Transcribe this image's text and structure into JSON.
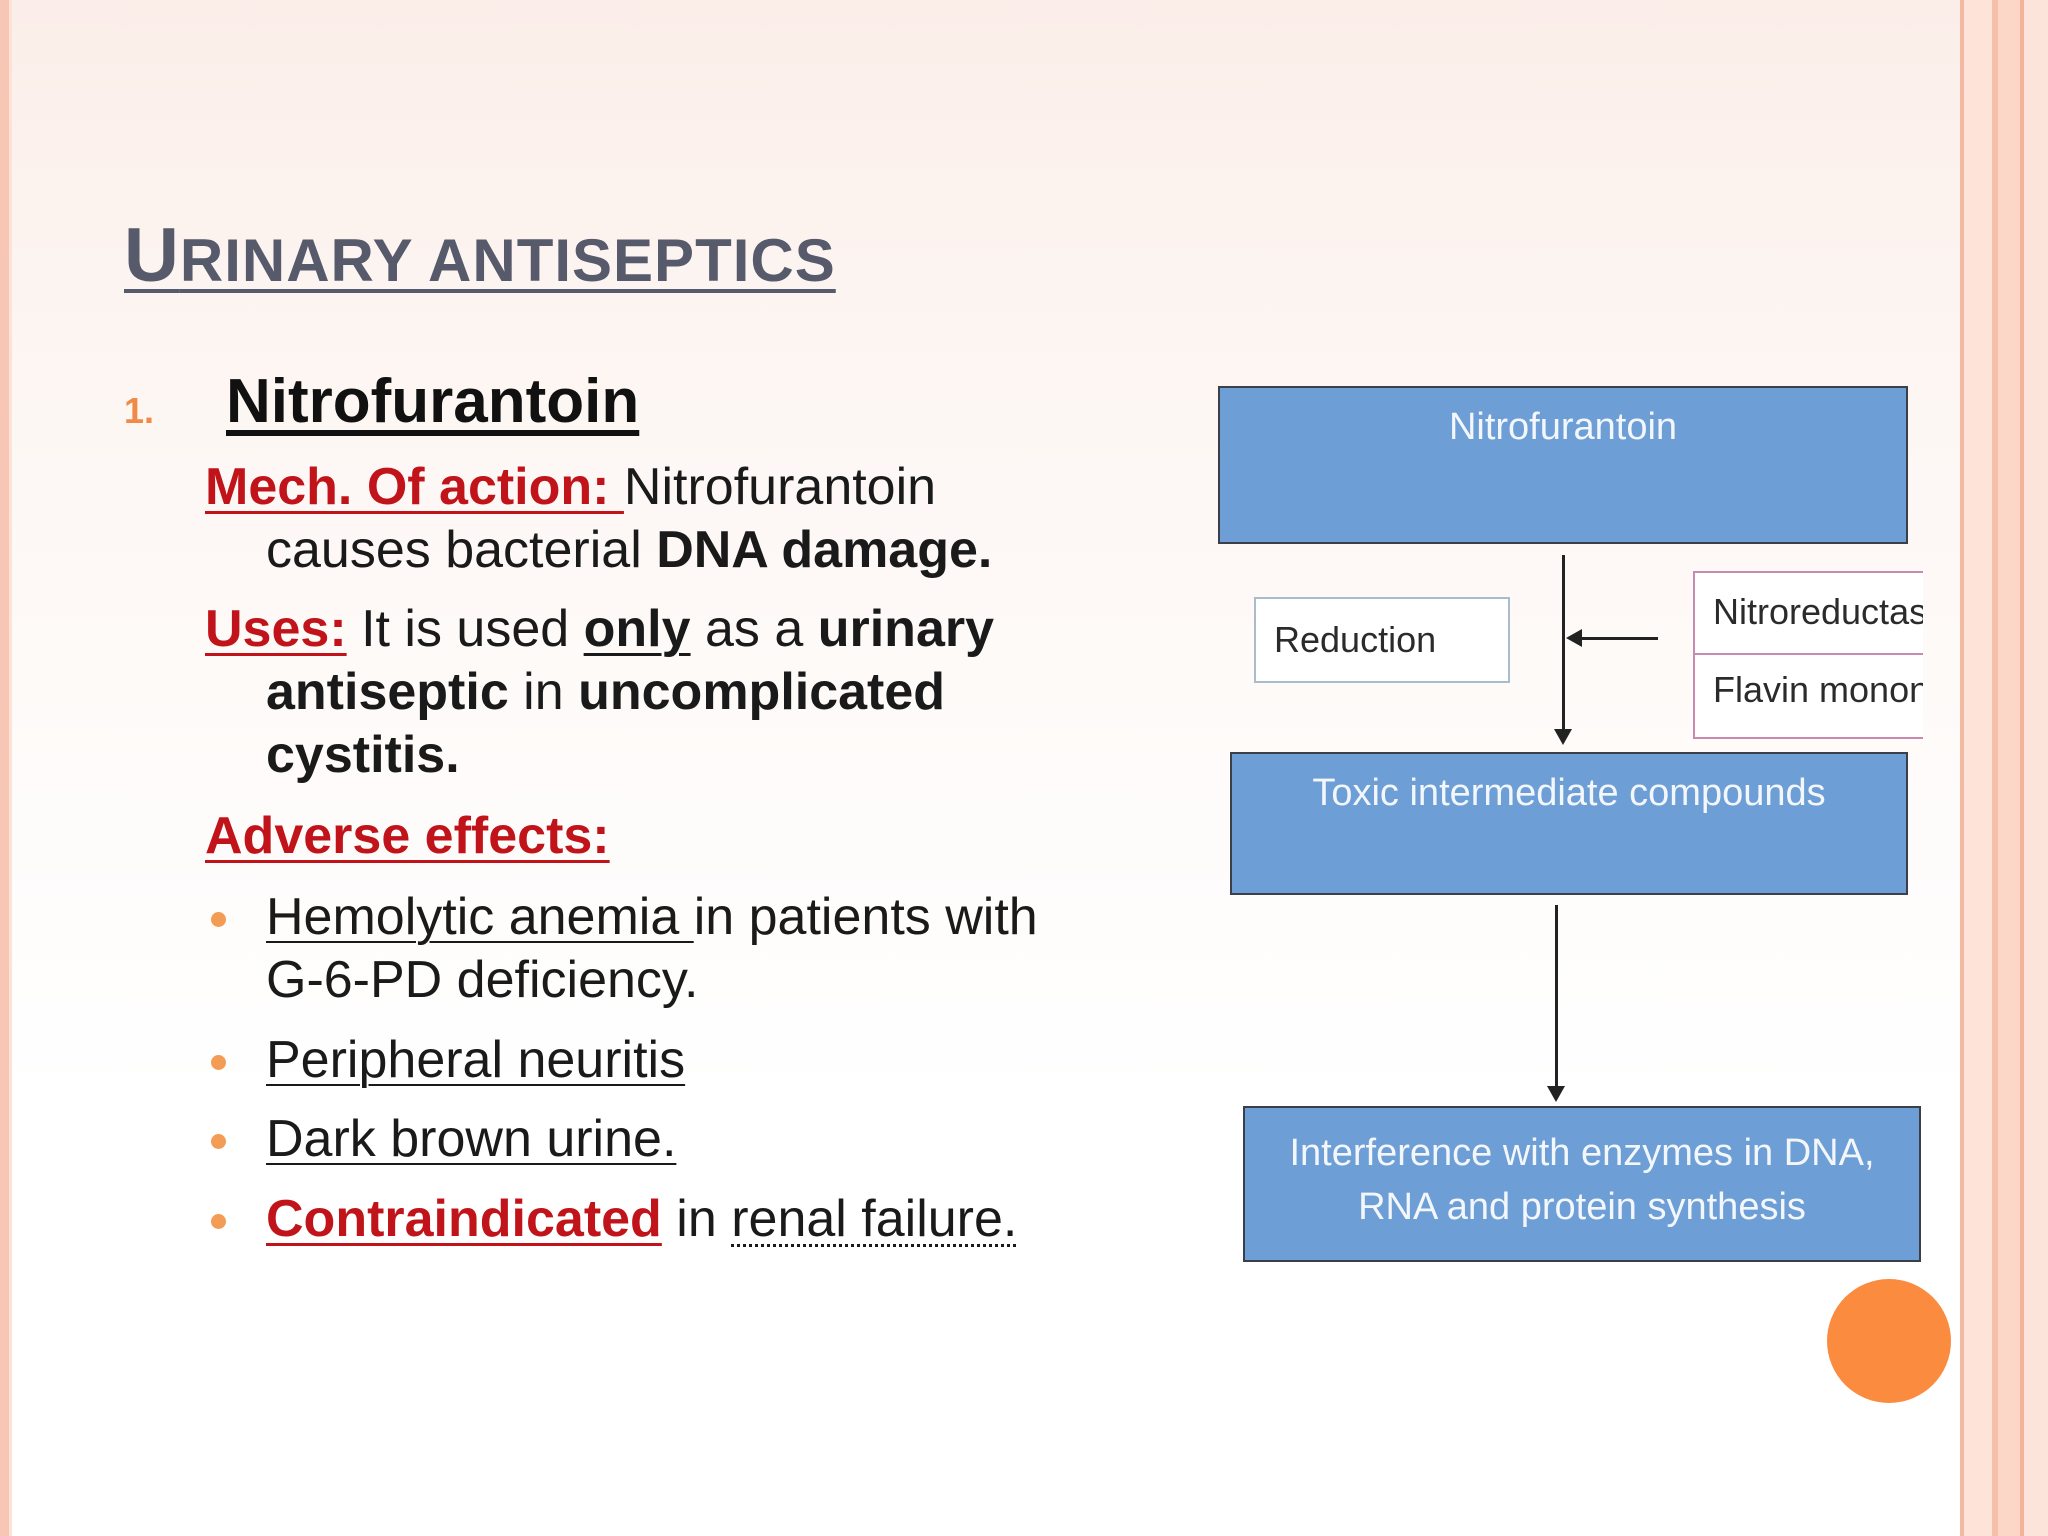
{
  "slide": {
    "title_first_letter": "U",
    "title_rest": "RINARY ANTISEPTICS",
    "list_number": "1.",
    "drug_name": "Nitrofurantoin",
    "mech": {
      "label": "Mech. Of action: ",
      "text1": "Nitrofurantoin",
      "text2": "causes bacterial ",
      "text2_bold": "DNA damage."
    },
    "uses": {
      "label": "Uses:",
      "t1": " It is used ",
      "only": "only",
      "t2": " as a ",
      "urinary": "urinary",
      "antiseptic": "antiseptic",
      "t3": " in ",
      "uncomplicated": "uncomplicated",
      "cystitis": "cystitis."
    },
    "adverse_label": "Adverse effects:",
    "adverse": {
      "item1_u": "Hemolytic anemia ",
      "item1_rest": "in patients with",
      "item1_line2": "G-6-PD deficiency.",
      "item2": "Peripheral neuritis",
      "item3": "Dark brown urine.",
      "item4_red": "Contraindicated",
      "item4_mid": " in ",
      "item4_dotted": "renal failure."
    }
  },
  "diagram": {
    "top": "Nitrofurantoin",
    "reduction": "Reduction",
    "enzyme1": "Nitroreductas",
    "enzyme2": "Flavin monon",
    "middle": "Toxic intermediate compounds",
    "bottom_line1": "Interference with enzymes in DNA,",
    "bottom_line2": "RNA and protein synthesis"
  },
  "colors": {
    "title": "#575a6b",
    "accent_red": "#c0141a",
    "bullet_orange": "#f39c55",
    "box_blue": "#6d9fd6",
    "circle_orange": "#fa8b3f"
  }
}
